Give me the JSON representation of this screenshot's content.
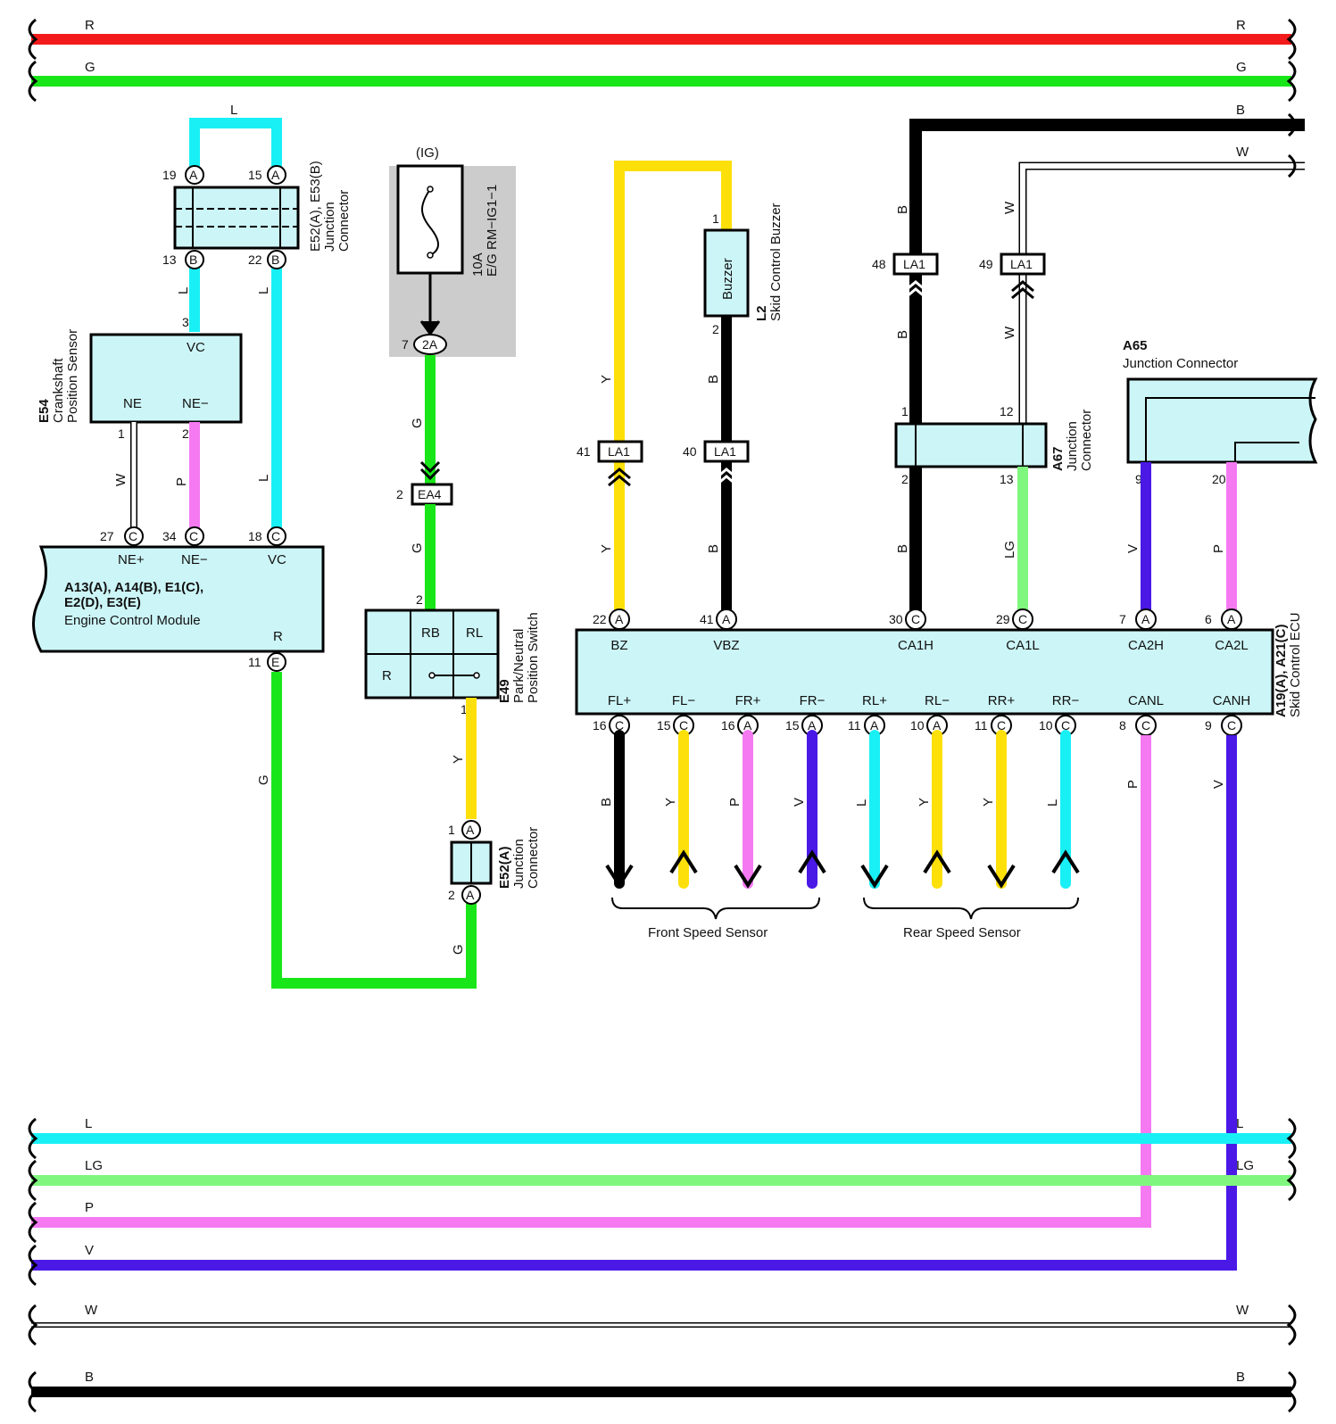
{
  "colors": {
    "R": "#f21a1a",
    "G": "#19e619",
    "L": "#19f0f5",
    "LG": "#7ff77f",
    "P": "#f57af2",
    "V": "#4a19e6",
    "Y": "#fde00a",
    "B": "#000000",
    "W": "#ffffff",
    "box_fill": "#ccf5f7",
    "fuse_bg": "#cccccc"
  },
  "buses_top": [
    {
      "code": "R",
      "label_left": "R",
      "label_right": "R"
    },
    {
      "code": "G",
      "label_left": "G",
      "label_right": "G"
    }
  ],
  "buses_bottom": [
    {
      "code": "L",
      "label_left": "L",
      "label_right": "L"
    },
    {
      "code": "LG",
      "label_left": "LG",
      "label_right": "LG"
    },
    {
      "code": "P",
      "label_left": "P",
      "label_right": ""
    },
    {
      "code": "V",
      "label_left": "V",
      "label_right": ""
    },
    {
      "code": "W",
      "label_left": "W",
      "label_right": "W"
    },
    {
      "code": "B",
      "label_left": "B",
      "label_right": "B"
    }
  ],
  "components": {
    "e52_e53": {
      "id": "E52(A), E53(B)",
      "name1": "Junction",
      "name2": "Connector",
      "pins": [
        "19",
        "A",
        "15",
        "A",
        "13",
        "B",
        "22",
        "B"
      ]
    },
    "e54": {
      "id": "E54",
      "name1": "Crankshaft",
      "name2": "Position Sensor",
      "terminals": [
        "VC",
        "NE",
        "NE−"
      ],
      "pins": [
        "3",
        "1",
        "2"
      ]
    },
    "ecm": {
      "lines": [
        "A13(A), A14(B), E1(C),",
        "E2(D), E3(E)"
      ],
      "name": "Engine Control Module",
      "terminals": [
        "NE+",
        "NE−",
        "VC",
        "R"
      ],
      "pins": [
        "27",
        "C",
        "34",
        "C",
        "18",
        "C",
        "11",
        "E"
      ]
    },
    "fuse": {
      "source": "(IG)",
      "rating": "10A",
      "name": "E/G RM−IG1−1",
      "pin": "7",
      "conn": "2A"
    },
    "ea4": {
      "label": "EA4",
      "pin": "2"
    },
    "e49": {
      "id": "E49",
      "name1": "Park/Neutral",
      "name2": "Position Switch",
      "terminals": [
        "RB",
        "RL",
        "R"
      ],
      "pins": [
        "2",
        "1"
      ]
    },
    "e52a": {
      "id": "E52(A)",
      "name1": "Junction",
      "name2": "Connector",
      "pins": [
        "1",
        "A",
        "2",
        "A"
      ]
    },
    "buzzer": {
      "inner": "Buzzer",
      "id": "L2",
      "name": "Skid Control Buzzer",
      "pins": [
        "1",
        "2"
      ]
    },
    "la1": {
      "label": "LA1",
      "pins": [
        "41",
        "40",
        "48",
        "49"
      ]
    },
    "a67": {
      "id": "A67",
      "name1": "Junction",
      "name2": "Connector",
      "pins": [
        "1",
        "12",
        "2",
        "13"
      ]
    },
    "a65": {
      "id": "A65",
      "name": "Junction Connector",
      "pins": [
        "9",
        "20"
      ]
    },
    "ecu": {
      "id": "A19(A), A21(C)",
      "name": "Skid Control ECU",
      "top_terminals": [
        {
          "pin": "22",
          "conn": "A",
          "name": "BZ"
        },
        {
          "pin": "41",
          "conn": "A",
          "name": "VBZ"
        },
        {
          "pin": "30",
          "conn": "C",
          "name": "CA1H"
        },
        {
          "pin": "29",
          "conn": "C",
          "name": "CA1L"
        },
        {
          "pin": "7",
          "conn": "A",
          "name": "CA2H"
        },
        {
          "pin": "6",
          "conn": "A",
          "name": "CA2L"
        }
      ],
      "bottom_terminals": [
        {
          "pin": "16",
          "conn": "C",
          "name": "FL+"
        },
        {
          "pin": "15",
          "conn": "C",
          "name": "FL−"
        },
        {
          "pin": "16",
          "conn": "A",
          "name": "FR+"
        },
        {
          "pin": "15",
          "conn": "A",
          "name": "FR−"
        },
        {
          "pin": "11",
          "conn": "A",
          "name": "RL+"
        },
        {
          "pin": "10",
          "conn": "A",
          "name": "RL−"
        },
        {
          "pin": "11",
          "conn": "C",
          "name": "RR+"
        },
        {
          "pin": "10",
          "conn": "C",
          "name": "RR−"
        },
        {
          "pin": "8",
          "conn": "C",
          "name": "CANL"
        },
        {
          "pin": "9",
          "conn": "C",
          "name": "CANH"
        }
      ]
    },
    "front_sensor": {
      "label": "Front Speed Sensor"
    },
    "rear_sensor": {
      "label": "Rear Speed Sensor"
    }
  },
  "wire_labels": {
    "l_top": "L",
    "l": "L",
    "w": "W",
    "p": "P",
    "g": "G",
    "y": "Y",
    "b": "B",
    "lg": "LG",
    "v": "V"
  }
}
